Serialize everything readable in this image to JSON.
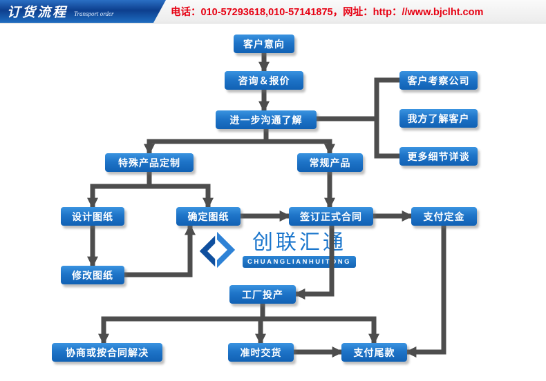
{
  "header": {
    "title_cn": "订货流程",
    "title_en": "Transport order",
    "contact": "电话：010-57293618,010-57141875，网址：http：//www.bjclht.com"
  },
  "logo": {
    "name_cn": "创联汇通",
    "name_en": "CHUANGLIANHUITONG"
  },
  "flow": {
    "nodes": {
      "customer_intent": "客户意向",
      "consult_quote": "咨询＆报价",
      "further_communication": "进一步沟通了解",
      "customer_visit_company": "客户考察公司",
      "we_know_customer": "我方了解客户",
      "more_details_talk": "更多细节详谈",
      "special_product_custom": "特殊产品定制",
      "regular_product": "常规产品",
      "design_drawing": "设计图纸",
      "confirm_drawing": "确定图纸",
      "modify_drawing": "修改图纸",
      "sign_contract": "签订正式合同",
      "pay_deposit": "支付定金",
      "factory_production": "工厂投产",
      "negotiate_or_contract": "协商或按合同解决",
      "on_time_delivery": "准时交货",
      "pay_balance": "支付尾款"
    }
  },
  "colors": {
    "node_blue": "#1e74c8",
    "arrow_gray": "#4d4d4d",
    "banner_blue": "#0d3f8e",
    "contact_red": "#e60012",
    "logo_blue": "#1b76cc"
  }
}
